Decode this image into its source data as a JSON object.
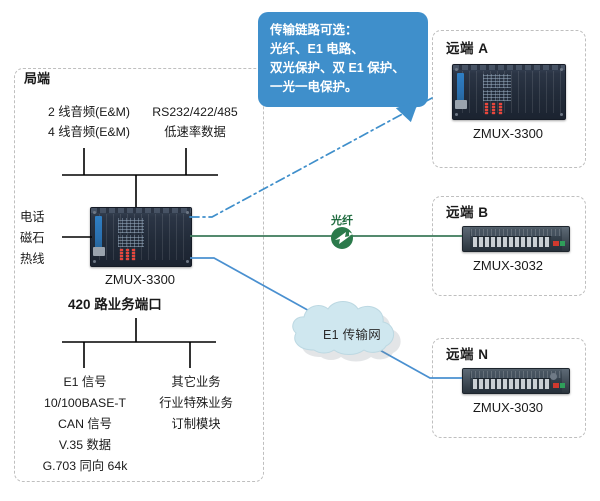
{
  "diagram": {
    "title_central": "局端",
    "bus_bold_label": "420 路业务端口"
  },
  "callout": {
    "name": "transmission-link-callout",
    "color": "#3f8fcb",
    "lines": [
      "传输链路可选：",
      "光纤、E1 电路、",
      "双光保护、双 E1 保护、",
      "一光一电保护。"
    ]
  },
  "central": {
    "top_services": {
      "left_column": [
        "2 线音频(E&M)",
        "4 线音频(E&M)"
      ],
      "right_column": [
        "RS232/422/485",
        "低速率数据"
      ]
    },
    "side_services": [
      "电话",
      "磁石",
      "热线"
    ],
    "device_name": "ZMUX-3300",
    "bottom_services": {
      "left_column": [
        "E1 信号",
        "10/100BASE-T",
        "CAN 信号",
        "V.35 数据",
        "G.703 同向 64k"
      ],
      "right_column": [
        "其它业务",
        "行业特殊业务",
        "订制模块"
      ]
    }
  },
  "remotes": [
    {
      "title": "远端 A",
      "device_name": "ZMUX-3300",
      "device_type": "chassis"
    },
    {
      "title": "远端 B",
      "device_name": "ZMUX-3032",
      "device_type": "rack1u"
    },
    {
      "title": "远端 N",
      "device_name": "ZMUX-3030",
      "device_type": "rack1u"
    }
  ],
  "links": [
    {
      "name": "link-to-remote-a",
      "style": "dash-dot",
      "color": "#3f8fcb"
    },
    {
      "name": "link-to-remote-b",
      "style": "solid",
      "color": "#3c7a5a"
    },
    {
      "name": "link-to-remote-n",
      "style": "solid",
      "color": "#4a90d0"
    }
  ],
  "fiber_node": {
    "label": "光纤",
    "color": "#1f6b3f"
  },
  "cloud_node": {
    "label": "E1 传输网",
    "color": "#cfe7ef"
  }
}
